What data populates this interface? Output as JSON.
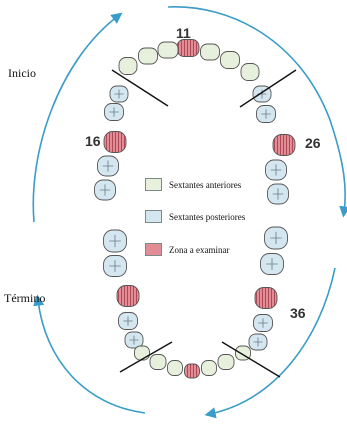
{
  "labels": {
    "start": "Inicio",
    "end": "Término"
  },
  "tooth_numbers": {
    "t11": "11",
    "t16": "16",
    "t26": "26",
    "t36": "36"
  },
  "legend": [
    {
      "label": "Sextantes anteriores",
      "color": "#e6f0dc"
    },
    {
      "label": "Sextantes posteriores",
      "color": "#d4e6ef"
    },
    {
      "label": "Zona a examinar",
      "color": "#e28c96"
    }
  ],
  "colors": {
    "arrow": "#3a9cc8",
    "tooth_outline": "#555555",
    "anterior_fill": "#e6f0dc",
    "posterior_fill": "#d4e6ef",
    "exam_fill": "#e28c96",
    "divider": "#111111"
  }
}
